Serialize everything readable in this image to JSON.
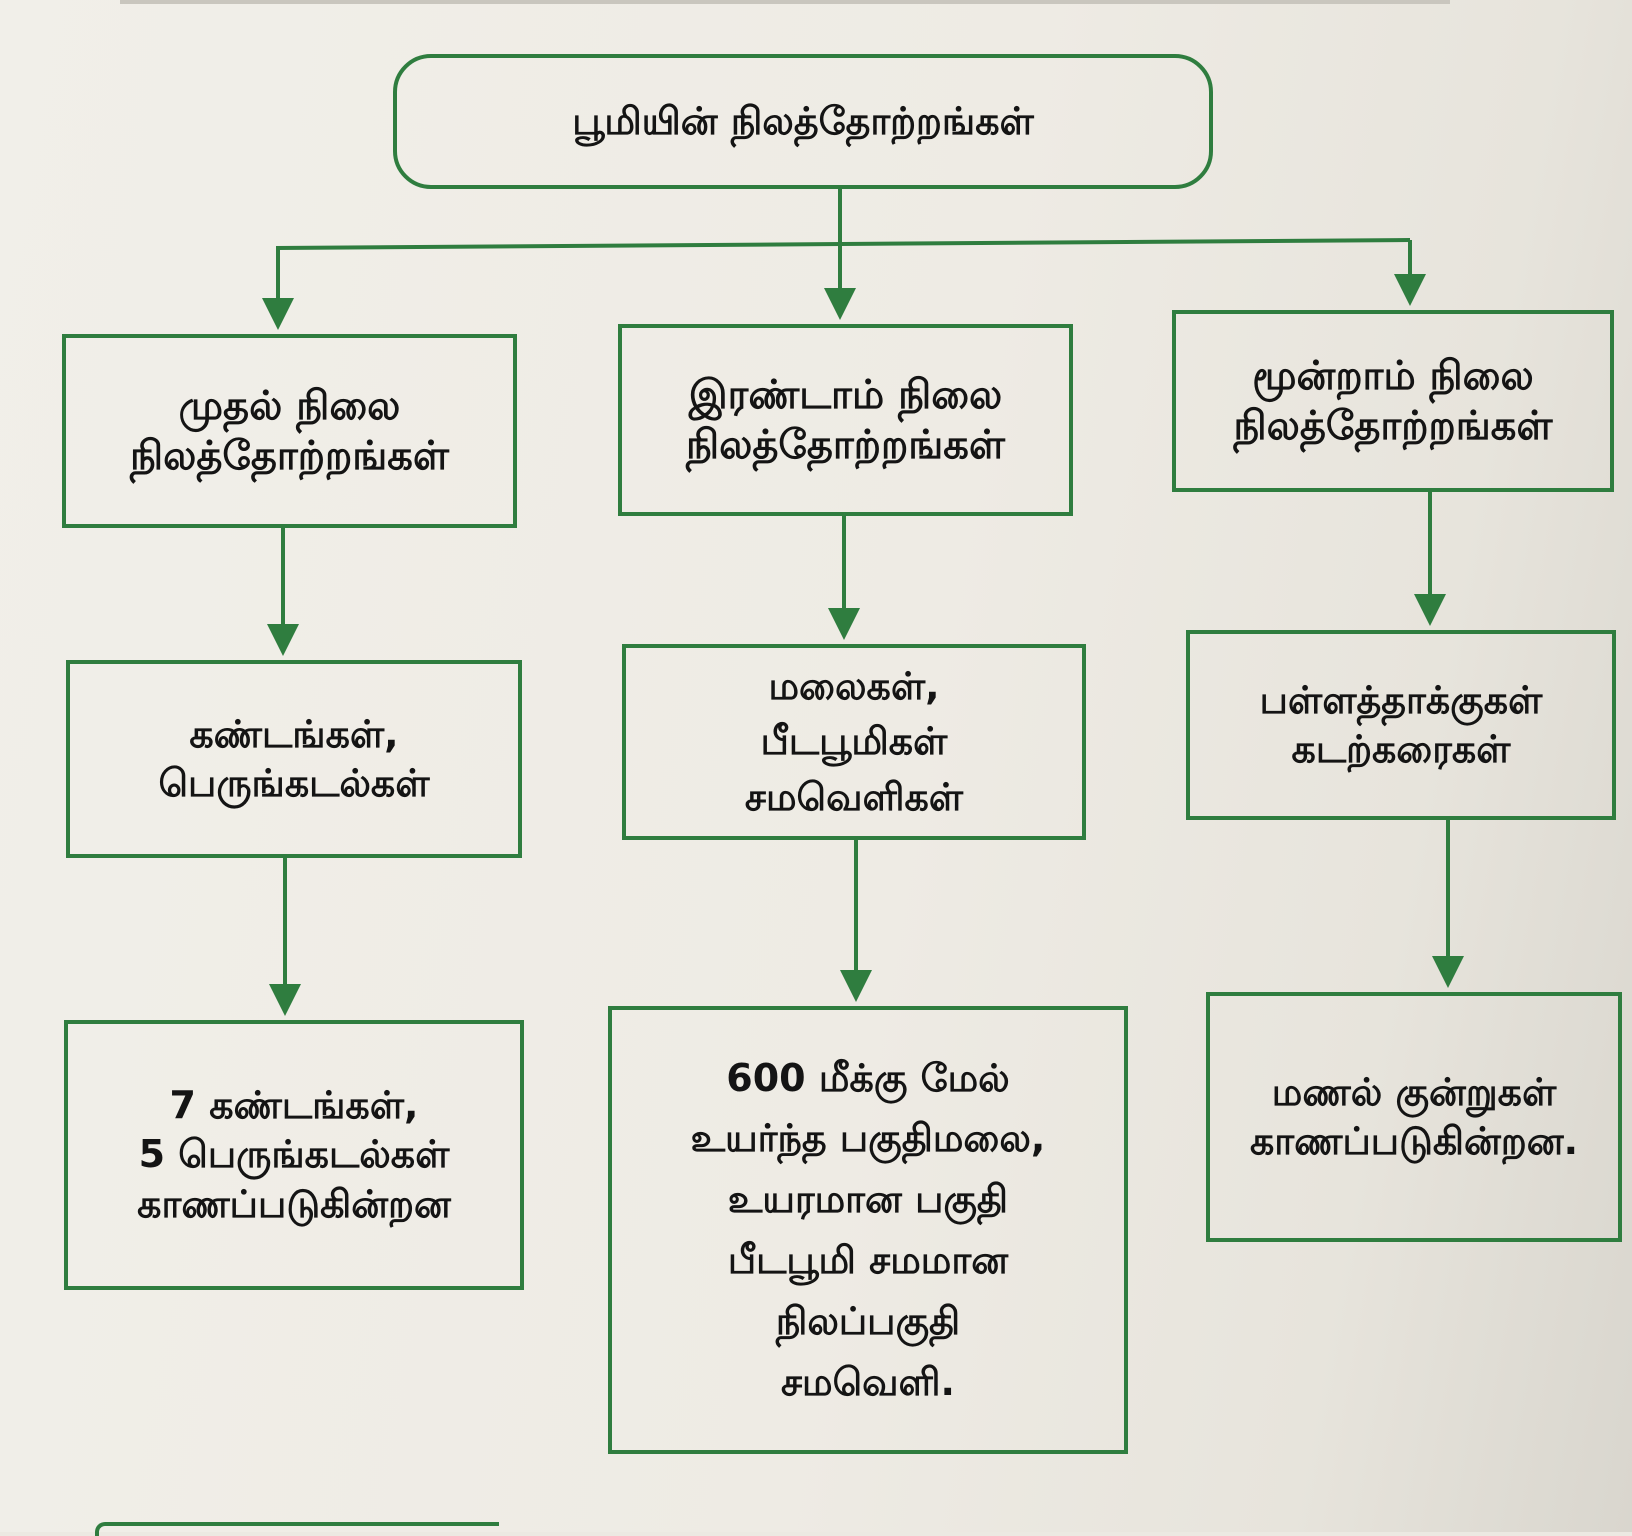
{
  "title": "பூமியின் நிலத்தோற்றங்கள்",
  "colors": {
    "line": "#2f7d3f",
    "text": "#141414",
    "paper": "#ece9e2"
  },
  "columns": [
    {
      "heading": [
        "முதல் நிலை",
        "நிலத்தோற்றங்கள்"
      ],
      "features": [
        "கண்டங்கள்,",
        "பெருங்கடல்கள்"
      ],
      "details": [
        "7 கண்டங்கள்,",
        "5 பெருங்கடல்கள்",
        "காணப்படுகின்றன"
      ]
    },
    {
      "heading": [
        "இரண்டாம் நிலை",
        "நிலத்தோற்றங்கள்"
      ],
      "features": [
        "மலைகள்,",
        "பீடபூமிகள்",
        "சமவெளிகள்"
      ],
      "details": [
        "600 மீக்கு மேல்",
        "உயர்ந்த பகுதிமலை,",
        "உயரமான பகுதி",
        "பீடபூமி சமமான",
        "நிலப்பகுதி",
        "சமவெளி."
      ]
    },
    {
      "heading": [
        "மூன்றாம் நிலை",
        "நிலத்தோற்றங்கள்"
      ],
      "features": [
        "பள்ளத்தாக்குகள்",
        "கடற்கரைகள்"
      ],
      "details": [
        "மணல் குன்றுகள்",
        "காணப்படுகின்றன."
      ]
    }
  ]
}
